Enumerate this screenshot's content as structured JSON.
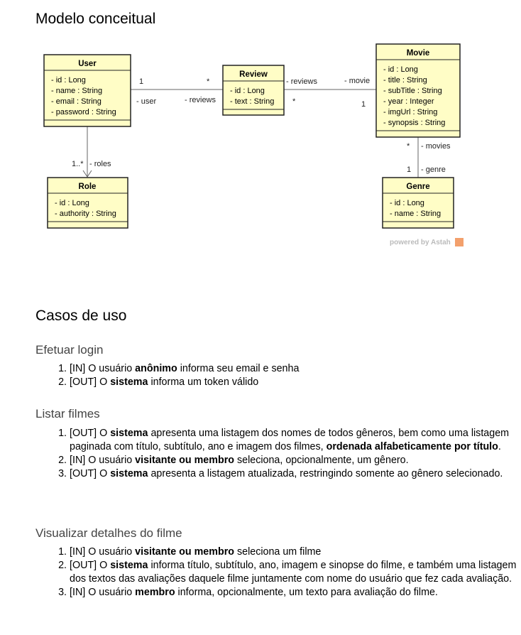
{
  "sections": {
    "model_title": "Modelo conceitual",
    "use_cases_title": "Casos de uso"
  },
  "diagram": {
    "classes": {
      "user": {
        "name": "User",
        "attrs": [
          "- id : Long",
          "- name : String",
          "- email : String",
          "- password : String"
        ]
      },
      "review": {
        "name": "Review",
        "attrs": [
          "- id : Long",
          "- text : String"
        ]
      },
      "movie": {
        "name": "Movie",
        "attrs": [
          "- id : Long",
          "- title : String",
          "- subTitle : String",
          "- year : Integer",
          "- imgUrl : String",
          "- synopsis : String"
        ]
      },
      "role": {
        "name": "Role",
        "attrs": [
          "- id : Long",
          "- authority : String"
        ]
      },
      "genre": {
        "name": "Genre",
        "attrs": [
          "- id : Long",
          "- name : String"
        ]
      }
    },
    "labels": {
      "user_review_mult_user": "1",
      "user_review_role_user": "- user",
      "user_review_mult_review": "*",
      "user_review_role_reviews": "- reviews",
      "review_movie_role_reviews": "- reviews",
      "review_movie_mult_review": "*",
      "review_movie_role_movie": "- movie",
      "review_movie_mult_movie": "1",
      "movie_genre_mult_movie": "*",
      "movie_genre_role_movies": "- movies",
      "movie_genre_mult_genre": "1",
      "movie_genre_role_genre": "- genre",
      "user_role_mult": "1..*",
      "user_role_role": "- roles"
    },
    "watermark": "powered by Astah"
  },
  "use_cases": [
    {
      "title": "Efetuar login",
      "steps": [
        [
          {
            "t": "[IN] O usuário "
          },
          {
            "t": "anônimo",
            "b": true
          },
          {
            "t": " informa seu email e senha"
          }
        ],
        [
          {
            "t": "[OUT] O "
          },
          {
            "t": "sistema",
            "b": true
          },
          {
            "t": " informa um token válido"
          }
        ]
      ]
    },
    {
      "title": "Listar filmes",
      "steps": [
        [
          {
            "t": "[OUT] O "
          },
          {
            "t": "sistema",
            "b": true
          },
          {
            "t": " apresenta uma listagem dos nomes de todos gêneros, bem como uma listagem paginada com título, subtítulo, ano e imagem dos filmes, "
          },
          {
            "t": "ordenada alfabeticamente por título",
            "b": true
          },
          {
            "t": "."
          }
        ],
        [
          {
            "t": "[IN] O usuário "
          },
          {
            "t": "visitante ou membro",
            "b": true
          },
          {
            "t": " seleciona, opcionalmente, um gênero."
          }
        ],
        [
          {
            "t": "[OUT] O "
          },
          {
            "t": "sistema",
            "b": true
          },
          {
            "t": " apresenta a listagem atualizada, restringindo somente ao gênero selecionado."
          }
        ]
      ]
    },
    {
      "title": "Visualizar detalhes do filme",
      "steps": [
        [
          {
            "t": "[IN] O usuário "
          },
          {
            "t": "visitante ou membro",
            "b": true
          },
          {
            "t": " seleciona um filme"
          }
        ],
        [
          {
            "t": "[OUT] O "
          },
          {
            "t": "sistema",
            "b": true
          },
          {
            "t": " informa título, subtítulo, ano, imagem e sinopse do filme, e também uma listagem dos textos das avaliações daquele filme juntamente com nome do usuário que fez cada avaliação."
          }
        ],
        [
          {
            "t": "[IN] O usuário "
          },
          {
            "t": "membro",
            "b": true
          },
          {
            "t": " informa, opcionalmente, um texto para avaliação do filme."
          }
        ]
      ]
    }
  ]
}
